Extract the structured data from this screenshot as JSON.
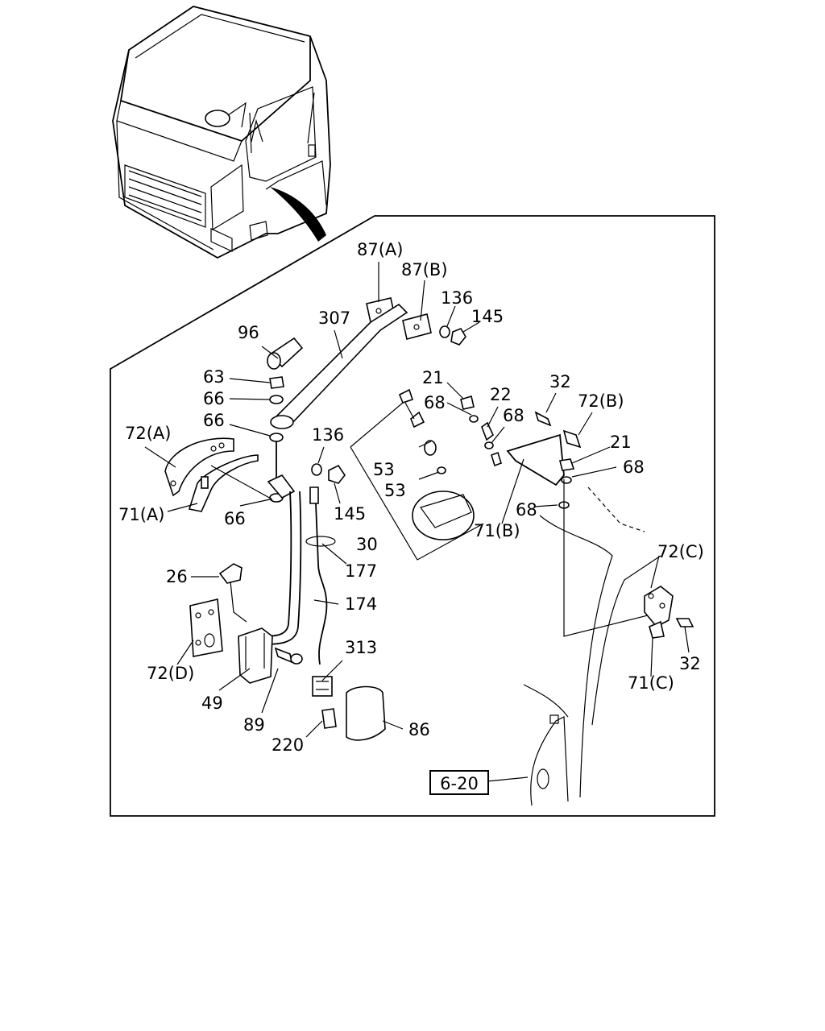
{
  "diagram": {
    "ref_box": "6-20",
    "callouts": {
      "c87a": "87(A)",
      "c87b": "87(B)",
      "c136a": "136",
      "c145a": "145",
      "c307": "307",
      "c96": "96",
      "c63": "63",
      "c66a": "66",
      "c66b": "66",
      "c66c": "66",
      "c72a": "72(A)",
      "c71a": "71(A)",
      "c136b": "136",
      "c145b": "145",
      "c21a": "21",
      "c68a": "68",
      "c22": "22",
      "c68b": "68",
      "c32a": "32",
      "c72b": "72(B)",
      "c21b": "21",
      "c68c": "68",
      "c68d": "68",
      "c53a": "53",
      "c53b": "53",
      "c30": "30",
      "c71b": "71(B)",
      "c177": "177",
      "c174": "174",
      "c26": "26",
      "c313": "313",
      "c72d": "72(D)",
      "c49": "49",
      "c89": "89",
      "c220": "220",
      "c86": "86",
      "c72c": "72(C)",
      "c32b": "32",
      "c71c": "71(C)"
    }
  }
}
